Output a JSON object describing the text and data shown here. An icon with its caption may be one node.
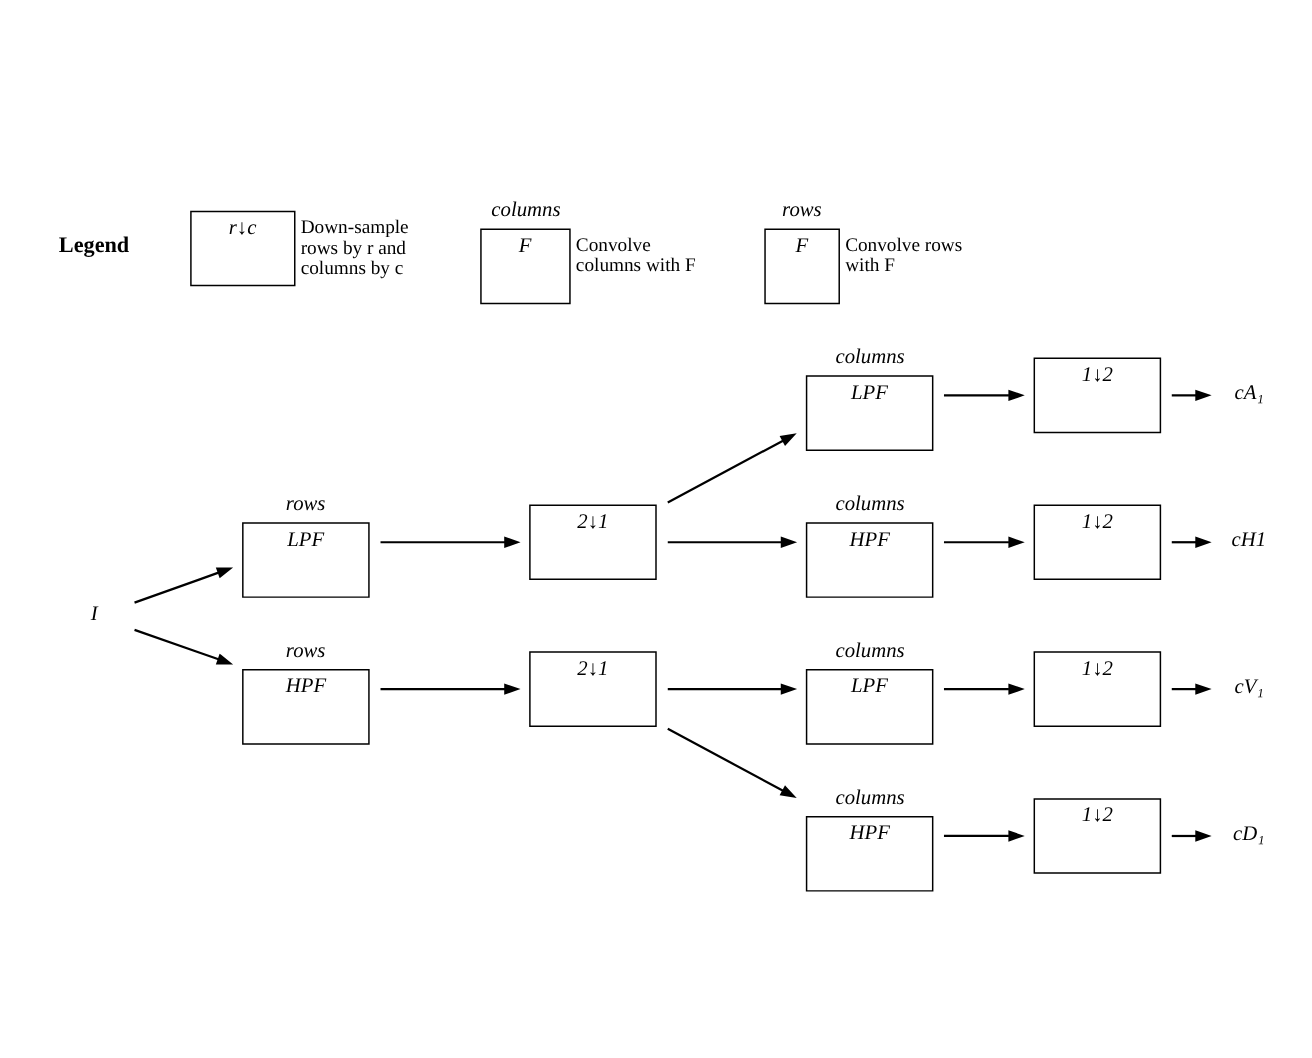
{
  "diagram": {
    "nodes": [
      {
        "text": [
          "I"
        ]
      },
      {
        "text": [
          "rows",
          "LPF"
        ]
      },
      {
        "text": [
          "2↓1"
        ]
      },
      {
        "text": [
          "rows",
          "HPF"
        ]
      },
      {
        "text": [
          "2↓1"
        ]
      },
      {
        "text": [
          "columns",
          "LPF"
        ]
      },
      {
        "text": [
          "1↓2"
        ]
      },
      {
        "text": [
          "columns",
          "HPF"
        ]
      },
      {
        "text": [
          "1↓2"
        ]
      },
      {
        "text": [
          "columns",
          "LPF"
        ]
      },
      {
        "text": [
          "1↓2"
        ]
      },
      {
        "text": [
          "columns",
          "HPF"
        ]
      },
      {
        "text": [
          "1↓2"
        ]
      },
      {
        "text": [
          "cA₁"
        ]
      },
      {
        "text": [
          "cH1"
        ]
      },
      {
        "text": [
          "cV₁"
        ]
      },
      {
        "text": [
          "cD₁"
        ]
      },
      {
        "text": [
          "r↓c"
        ],
        "beside": [
          "Down-sample rows by r and columns by c"
        ]
      },
      {
        "text": [
          "columns",
          "F"
        ],
        "beside": [
          "Convolve columns with F"
        ]
      },
      {
        "text": [
          "rows",
          "F"
        ],
        "beside": [
          "Convolve rows with F"
        ]
      }
    ],
    "edges": [
      {
        "from": 0,
        "to": 1,
        "arrow": "to"
      },
      {
        "from": 0,
        "to": 3,
        "arrow": "to"
      },
      {
        "from": 1,
        "to": 2,
        "arrow": "to"
      },
      {
        "from": 3,
        "to": 4,
        "arrow": "to"
      },
      {
        "from": 2,
        "to": 5,
        "arrow": "to"
      },
      {
        "from": 2,
        "to": 7,
        "arrow": "to"
      },
      {
        "from": 4,
        "to": 9,
        "arrow": "to"
      },
      {
        "from": 4,
        "to": 11,
        "arrow": "to"
      },
      {
        "from": 5,
        "to": 6,
        "arrow": "to"
      },
      {
        "from": 7,
        "to": 8,
        "arrow": "to"
      },
      {
        "from": 9,
        "to": 10,
        "arrow": "to"
      },
      {
        "from": 11,
        "to": 12,
        "arrow": "to"
      },
      {
        "from": 6,
        "to": 13,
        "arrow": "to"
      },
      {
        "from": 8,
        "to": 14,
        "arrow": "to"
      },
      {
        "from": 10,
        "to": 15,
        "arrow": "to"
      },
      {
        "from": 12,
        "to": 16,
        "arrow": "to"
      }
    ],
    "labels": [
      "Legend"
    ]
  }
}
